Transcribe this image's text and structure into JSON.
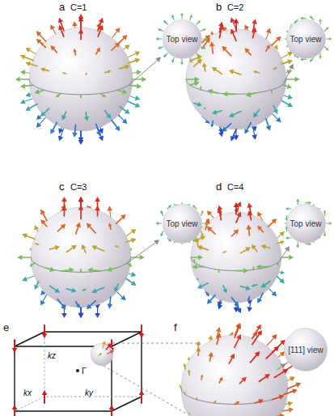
{
  "diagram": {
    "nodes": [
      {
        "text": [
          "Top view"
        ]
      },
      {
        "text": [
          "Top view"
        ]
      },
      {
        "text": [
          "Top view"
        ]
      },
      {
        "text": [
          "Top view"
        ]
      },
      {
        "text": [
          "[111] view"
        ]
      }
    ],
    "labels": [
      "a",
      "C=1",
      "b",
      "C=2",
      "c",
      "C=3",
      "d",
      "C=4",
      "e",
      "kz",
      "kx",
      "ky",
      "Γ",
      "f"
    ]
  }
}
